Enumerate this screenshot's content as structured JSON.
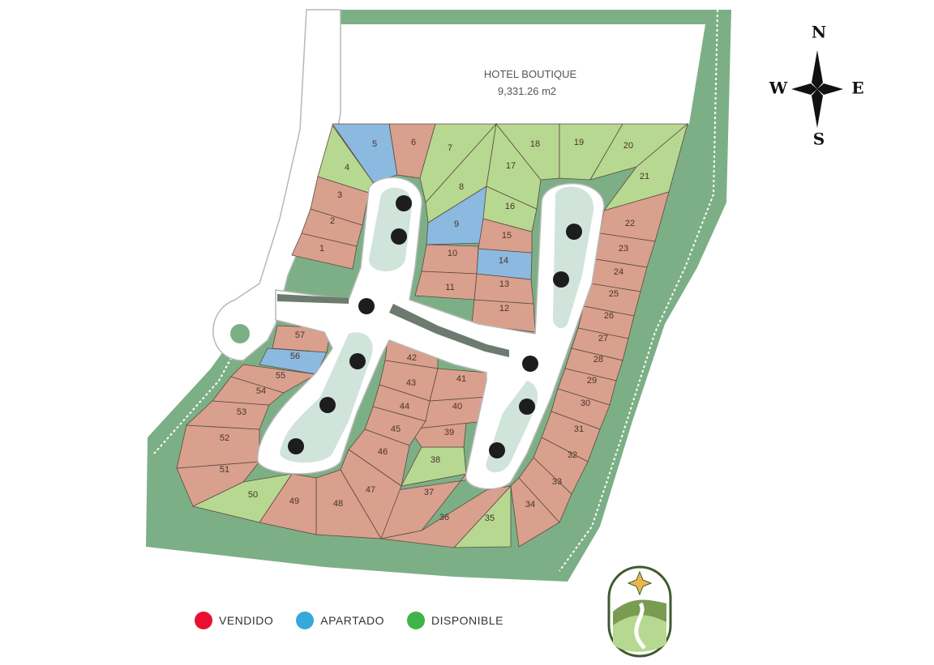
{
  "hotel": {
    "name": "HOTEL BOUTIQUE",
    "area": "9,331.26 m2"
  },
  "compass": {
    "n": "N",
    "s": "S",
    "e": "E",
    "w": "W"
  },
  "legend": [
    {
      "label": "VENDIDO",
      "color": "#e8102e"
    },
    {
      "label": "APARTADO",
      "color": "#35a8dc"
    },
    {
      "label": "DISPONIBLE",
      "color": "#3fb348"
    }
  ],
  "status_colors": {
    "vendido": "#d9a08e",
    "apartado": "#8cb9df",
    "disponible": "#b7d891"
  },
  "lots": [
    {
      "n": "1",
      "status": "vendido"
    },
    {
      "n": "2",
      "status": "vendido"
    },
    {
      "n": "3",
      "status": "vendido"
    },
    {
      "n": "4",
      "status": "disponible"
    },
    {
      "n": "5",
      "status": "apartado"
    },
    {
      "n": "6",
      "status": "vendido"
    },
    {
      "n": "7",
      "status": "disponible"
    },
    {
      "n": "8",
      "status": "disponible"
    },
    {
      "n": "9",
      "status": "apartado"
    },
    {
      "n": "10",
      "status": "vendido"
    },
    {
      "n": "11",
      "status": "vendido"
    },
    {
      "n": "12",
      "status": "vendido"
    },
    {
      "n": "13",
      "status": "vendido"
    },
    {
      "n": "14",
      "status": "apartado"
    },
    {
      "n": "15",
      "status": "vendido"
    },
    {
      "n": "16",
      "status": "disponible"
    },
    {
      "n": "17",
      "status": "disponible"
    },
    {
      "n": "18",
      "status": "disponible"
    },
    {
      "n": "19",
      "status": "disponible"
    },
    {
      "n": "20",
      "status": "disponible"
    },
    {
      "n": "21",
      "status": "disponible"
    },
    {
      "n": "22",
      "status": "vendido"
    },
    {
      "n": "23",
      "status": "vendido"
    },
    {
      "n": "24",
      "status": "vendido"
    },
    {
      "n": "25",
      "status": "vendido"
    },
    {
      "n": "26",
      "status": "vendido"
    },
    {
      "n": "27",
      "status": "vendido"
    },
    {
      "n": "28",
      "status": "vendido"
    },
    {
      "n": "29",
      "status": "vendido"
    },
    {
      "n": "30",
      "status": "vendido"
    },
    {
      "n": "31",
      "status": "vendido"
    },
    {
      "n": "32",
      "status": "vendido"
    },
    {
      "n": "33",
      "status": "vendido"
    },
    {
      "n": "34",
      "status": "vendido"
    },
    {
      "n": "35",
      "status": "disponible"
    },
    {
      "n": "36",
      "status": "vendido"
    },
    {
      "n": "37",
      "status": "vendido"
    },
    {
      "n": "38",
      "status": "disponible"
    },
    {
      "n": "39",
      "status": "vendido"
    },
    {
      "n": "40",
      "status": "vendido"
    },
    {
      "n": "41",
      "status": "vendido"
    },
    {
      "n": "42",
      "status": "vendido"
    },
    {
      "n": "43",
      "status": "vendido"
    },
    {
      "n": "44",
      "status": "vendido"
    },
    {
      "n": "45",
      "status": "vendido"
    },
    {
      "n": "46",
      "status": "vendido"
    },
    {
      "n": "47",
      "status": "vendido"
    },
    {
      "n": "48",
      "status": "vendido"
    },
    {
      "n": "49",
      "status": "vendido"
    },
    {
      "n": "50",
      "status": "disponible"
    },
    {
      "n": "51",
      "status": "vendido"
    },
    {
      "n": "52",
      "status": "vendido"
    },
    {
      "n": "53",
      "status": "vendido"
    },
    {
      "n": "54",
      "status": "vendido"
    },
    {
      "n": "55",
      "status": "vendido"
    },
    {
      "n": "56",
      "status": "apartado"
    },
    {
      "n": "57",
      "status": "vendido"
    }
  ]
}
